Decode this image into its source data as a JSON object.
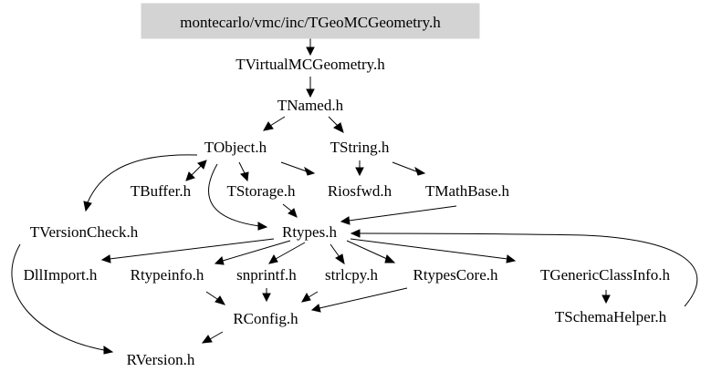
{
  "graph": {
    "root": "montecarlo/vmc/inc/TGeoMCGeometry.h",
    "nodes": {
      "tvirtualmcgeometry": "TVirtualMCGeometry.h",
      "tnamed": "TNamed.h",
      "tobject": "TObject.h",
      "tstring": "TString.h",
      "tbuffer": "TBuffer.h",
      "tstorage": "TStorage.h",
      "riosfwd": "Riosfwd.h",
      "tmathbase": "TMathBase.h",
      "tversioncheck": "TVersionCheck.h",
      "rtypes": "Rtypes.h",
      "dllimport": "DllImport.h",
      "rtypeinfo": "Rtypeinfo.h",
      "snprintf": "snprintf.h",
      "strlcpy": "strlcpy.h",
      "rtypescore": "RtypesCore.h",
      "tgenericclassinfo": "TGenericClassInfo.h",
      "rconfig": "RConfig.h",
      "tschemahelper": "TSchemaHelper.h",
      "rversion": "RVersion.h"
    },
    "colors": {
      "root_fill": "#d3d3d3",
      "edge": "#000000",
      "text": "#000000"
    }
  }
}
